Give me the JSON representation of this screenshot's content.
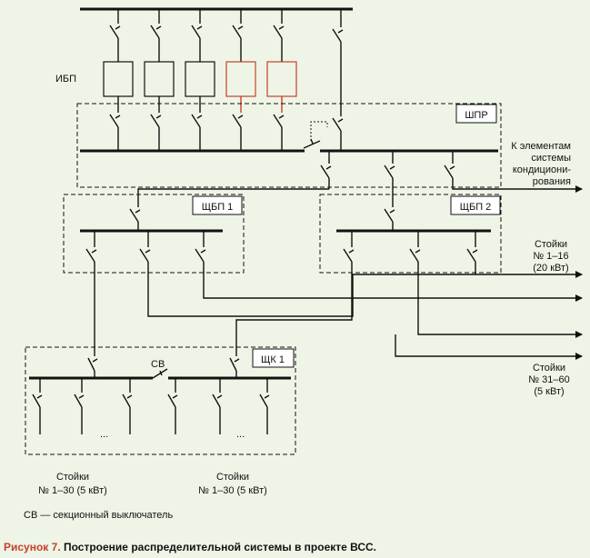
{
  "labels": {
    "ups": "ИБП",
    "shpr": "ШПР",
    "shchbp1": "ЩБП 1",
    "shchbp2": "ЩБП 2",
    "shk1": "ЩК 1",
    "sv": "СВ",
    "hvac": [
      "К элементам",
      "системы",
      "кондициони-",
      "рования"
    ],
    "racks_1_16": [
      "Стойки",
      "№ 1–16",
      "(20 кВт)"
    ],
    "racks_31_60": [
      "Стойки",
      "№ 31–60",
      "(5 кВт)"
    ],
    "racks_left": [
      "Стойки",
      "№ 1–30 (5 кВт)"
    ],
    "racks_right": [
      "Стойки",
      "№ 1–30 (5 кВт)"
    ],
    "ellipsis_left": "...",
    "ellipsis_right": "...",
    "legend": "СВ — секционный выключатель"
  },
  "caption": {
    "prefix": "Рисунок 7.",
    "text": "Построение распределительной системы в проекте ВСС."
  },
  "colors": {
    "line": "#111111",
    "accent": "#c8402a",
    "background": "#eef5e6"
  }
}
